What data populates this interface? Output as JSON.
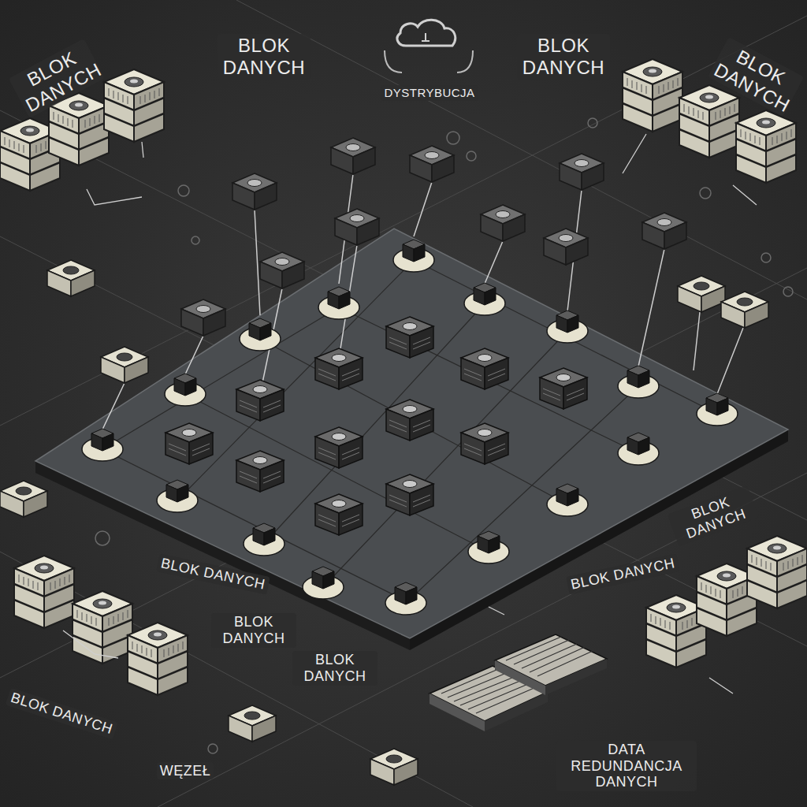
{
  "diagram": {
    "labels": [
      "BLOK DANYCH",
      "BLOK DANYCH",
      "DYSTRYBUCJA",
      "BLOK DANYCH",
      "BLOK DANYCH",
      "BLOK DANYCH",
      "BLOK DANYCH",
      "BLOK DANYCH",
      "BLOK DANYCH",
      "BLOK DANYCH",
      "BLOK DANYCH",
      "WĘZEŁ",
      "DATA REDUNDANCJA DANYCH"
    ]
  }
}
